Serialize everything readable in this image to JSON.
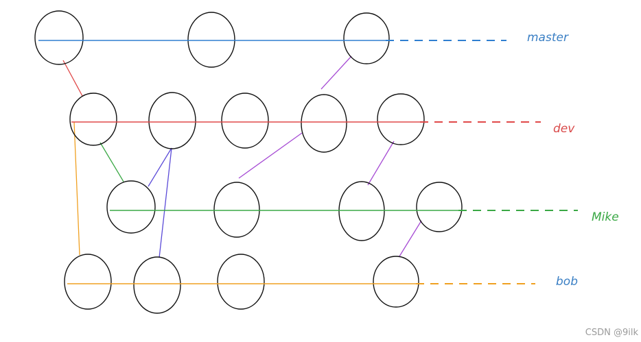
{
  "branches": [
    {
      "name": "master",
      "color": "#2f7fd0",
      "label_color": "#3a7fc4"
    },
    {
      "name": "dev",
      "color": "#e04848",
      "label_color": "#d94a4a"
    },
    {
      "name": "Mike",
      "color": "#3aa845",
      "label_color": "#3aa845"
    },
    {
      "name": "bob",
      "color": "#f0a020",
      "label_color": "#3a7fc4"
    }
  ],
  "connectors": {
    "red": "#e04848",
    "green": "#3aa845",
    "orange": "#f0a020",
    "purple": "#a64bd4",
    "violet": "#5b4bd8"
  },
  "watermark": "CSDN @9ilk"
}
